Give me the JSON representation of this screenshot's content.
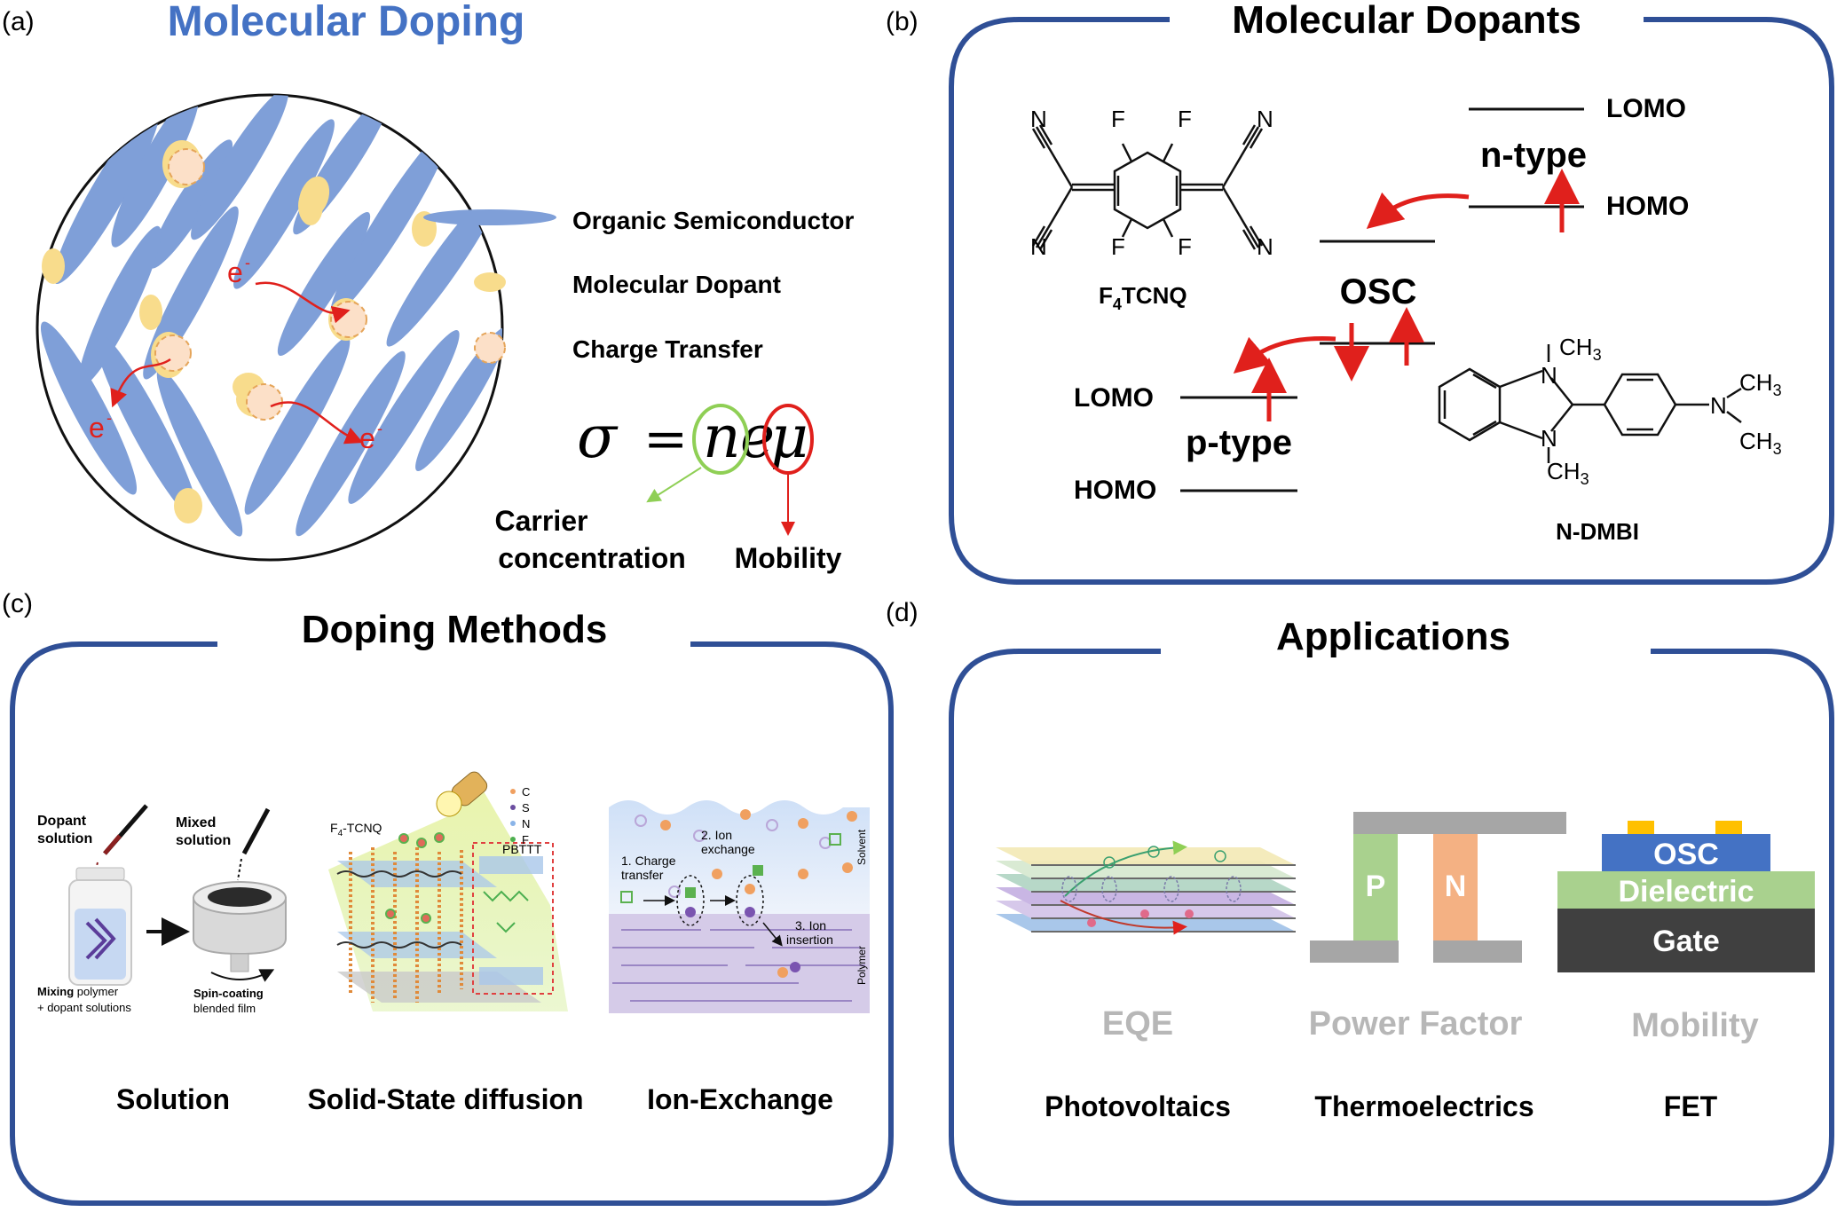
{
  "colors": {
    "panel_border": "#2f4f96",
    "heading_blue": "#4472c4",
    "osc_ellipse": "#7f9fd8",
    "dopant": "#f8dc8c",
    "arrow_red": "#e0201c",
    "green_circle": "#8fcf55",
    "faded_text": "#b7b7b7",
    "p_leg": "#a9d18e",
    "n_leg": "#f4b183",
    "metal": "#a6a6a6",
    "osc_layer": "#4472c4",
    "dielectric": "#a9d18e",
    "gate": "#404040",
    "contact": "#ffc000"
  },
  "panel_a": {
    "label": "(a)",
    "title": "Molecular Doping",
    "electron": "e",
    "electron_sup": "-",
    "legend": [
      "Organic Semiconductor",
      "Molecular Dopant",
      "Charge Transfer"
    ],
    "equation": {
      "lhs": "σ",
      "eq": "=",
      "n": "n",
      "e": "e",
      "mu": "μ"
    },
    "carrier_line1": "Carrier",
    "carrier_line2": "concentration",
    "mobility": "Mobility"
  },
  "panel_b": {
    "label": "(b)",
    "title": "Molecular Dopants",
    "n_type": "n-type",
    "p_type": "p-type",
    "osc": "OSC",
    "lomo": "LOMO",
    "homo": "HOMO",
    "f4tcnq_name": "F",
    "f4tcnq_sub": "4",
    "f4tcnq_rest": "TCNQ",
    "atom_n": "N",
    "atom_f": "F",
    "ndmbi_name": "N-DMBI",
    "ndmbi_n": "N",
    "ch3": "CH",
    "ch3_sub": "3"
  },
  "panel_c": {
    "label": "(c)",
    "title": "Doping Methods",
    "solution_img": {
      "dopant_solution": [
        "Dopant",
        "solution"
      ],
      "mixed_solution": [
        "Mixed",
        "solution"
      ],
      "mixing_bold": "Mixing",
      "mixing_rest": " polymer",
      "mixing_line2": "+ dopant solutions",
      "spin_bold": "Spin-coating",
      "spin_line2": "blended film"
    },
    "diffusion_img": {
      "f4tcnq": "F",
      "f4tcnq_sub": "4",
      "f4tcnq_rest": "-TCNQ",
      "pbttt": "PBTTT",
      "elements": [
        "C",
        "S",
        "N",
        "F"
      ],
      "element_colors": [
        "#f0a060",
        "#6b4ea0",
        "#8ab4e8",
        "#4caf50"
      ]
    },
    "ionex_img": {
      "step1": [
        "1. Charge",
        "transfer"
      ],
      "step2": [
        "2. Ion",
        "exchange"
      ],
      "step3": [
        "3. Ion",
        "insertion"
      ],
      "solvent": "Solvent",
      "polymer": "Polymer"
    },
    "methods": [
      "Solution",
      "Solid-State diffusion",
      "Ion-Exchange"
    ]
  },
  "panel_d": {
    "label": "(d)",
    "title": "Applications",
    "thermo_p": "P",
    "thermo_n": "N",
    "fet_layers": [
      "OSC",
      "Dielectric",
      "Gate"
    ],
    "metrics": [
      "EQE",
      "Power Factor",
      "Mobility"
    ],
    "apps": [
      "Photovoltaics",
      "Thermoelectrics",
      "FET"
    ]
  }
}
